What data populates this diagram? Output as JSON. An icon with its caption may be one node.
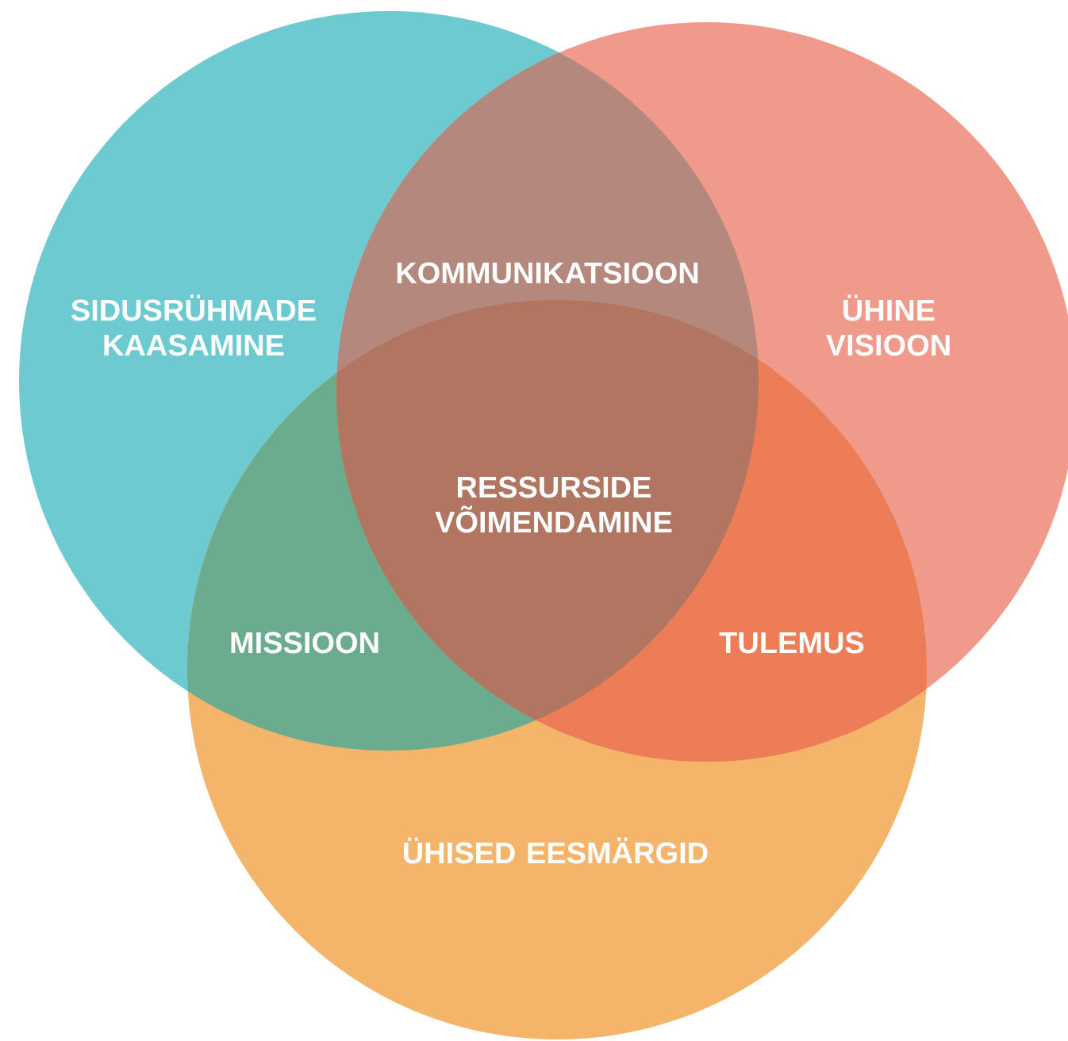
{
  "diagram": {
    "nodes": [
      {
        "text": [
          "SIDUSRÜHMADE KAASAMINE"
        ]
      },
      {
        "text": [
          "ÜHINE VISIOON"
        ]
      },
      {
        "text": [
          "ÜHISED EESMÄRGID"
        ]
      }
    ],
    "labels": [
      "KOMMUNIKATSIOON",
      "RESSURSIDE VÕIMENDAMINE",
      "MISSIOON",
      "TULEMUS"
    ]
  }
}
